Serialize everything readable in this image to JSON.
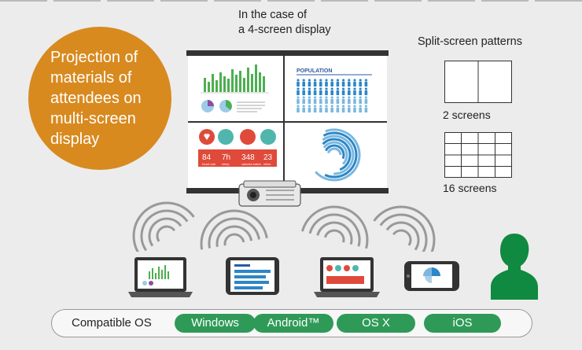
{
  "colors": {
    "orange": "#d88a1f",
    "green": "#2f9a58",
    "blue": "#2c86c7",
    "red": "#e04a3a",
    "person": "#0f8a40"
  },
  "heading": {
    "line1": "Projection of",
    "line2": "materials of",
    "line3": "attendees on",
    "line4": "multi-screen",
    "line5": "display"
  },
  "four_screen": {
    "line1": "In the case of",
    "line2": "a 4-screen display"
  },
  "split": {
    "title": "Split-screen patterns",
    "two_label": "2 screens",
    "sixteen_label": "16 screens"
  },
  "screen_content": {
    "population": "POPULATION",
    "stats": [
      {
        "value": "84",
        "label": "heart rate"
      },
      {
        "value": "7",
        "unit": "h",
        "label": "sleep"
      },
      {
        "value": "348",
        "label": "calories eaten"
      },
      {
        "value": "23",
        "label": "miles"
      }
    ]
  },
  "compatible": {
    "label": "Compatible OS",
    "os": [
      "Windows",
      "Android™",
      "OS X",
      "iOS"
    ]
  }
}
